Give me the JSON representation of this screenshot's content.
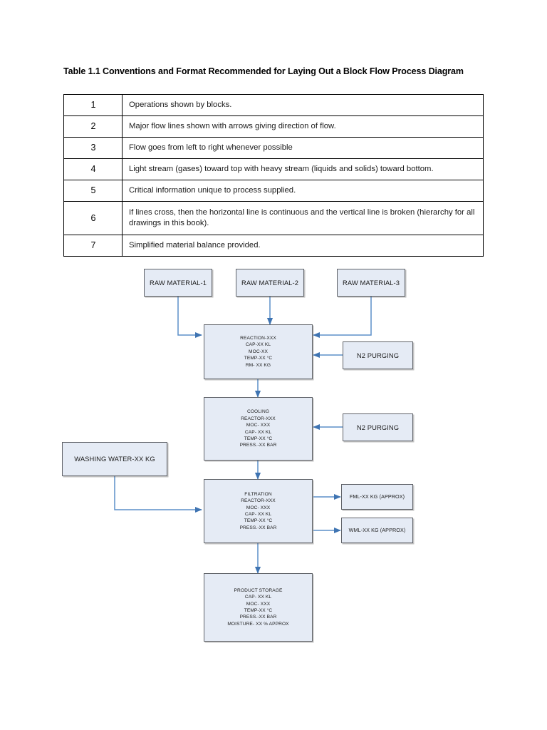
{
  "document": {
    "table": {
      "title": "Table 1.1 Conventions and Format Recommended for Laying Out a Block Flow Process Diagram",
      "rows": [
        {
          "num": "1",
          "text": "Operations shown by blocks."
        },
        {
          "num": "2",
          "text": "Major flow lines shown with arrows giving direction of flow."
        },
        {
          "num": "3",
          "text": "Flow goes from left to right whenever possible"
        },
        {
          "num": "4",
          "text": "Light stream (gases) toward top with heavy stream (liquids and solids) toward bottom."
        },
        {
          "num": "5",
          "text": "Critical information unique to process supplied."
        },
        {
          "num": "6",
          "text": "If lines cross, then the horizontal line is continuous and the vertical line is broken (hierarchy for all drawings in this book)."
        },
        {
          "num": "7",
          "text": "Simplified material balance provided."
        }
      ]
    },
    "diagram": {
      "style": {
        "node_fill": "#e5ebf5",
        "node_border": "#5f6268",
        "connector": "#5b8fc9"
      },
      "nodes": {
        "raw_material_1": {
          "lines": [
            "RAW MATERIAL-1"
          ]
        },
        "raw_material_2": {
          "lines": [
            "RAW MATERIAL-2"
          ]
        },
        "raw_material_3": {
          "lines": [
            "RAW MATERIAL-3"
          ]
        },
        "reaction": {
          "lines": [
            "REACTION-XXX",
            "CAP-XX KL",
            "MOC-XX",
            "TEMP-XX °C",
            "RM-  XX KG"
          ]
        },
        "n2_purging_reaction": {
          "lines": [
            "N2 PURGING"
          ]
        },
        "cooling": {
          "lines": [
            "COOLING",
            "REACTOR-XXX",
            "MOC- XXX",
            "CAP- XX KL",
            "TEMP-XX °C",
            "PRESS.-XX BAR"
          ]
        },
        "n2_purging_cooling": {
          "lines": [
            "N2 PURGING"
          ]
        },
        "washing_water": {
          "lines": [
            "WASHING WATER-XX KG"
          ]
        },
        "filtration": {
          "lines": [
            "FILTRATION",
            "REACTOR-XXX",
            "MOC- XXX",
            "CAP- XX KL",
            "TEMP-XX °C",
            "PRESS.-XX BAR"
          ]
        },
        "fml_output": {
          "lines": [
            "FML-XX KG (APPROX)"
          ]
        },
        "wml_output": {
          "lines": [
            "WML-XX KG (APPROX)"
          ]
        },
        "product_storage": {
          "lines": [
            "PRODUCT STORAGE",
            "CAP- XX KL",
            "MOC- XXX",
            "TEMP-XX °C",
            "PRESS.-XX BAR",
            "MOISTURE- XX % APPROX"
          ]
        }
      }
    }
  }
}
